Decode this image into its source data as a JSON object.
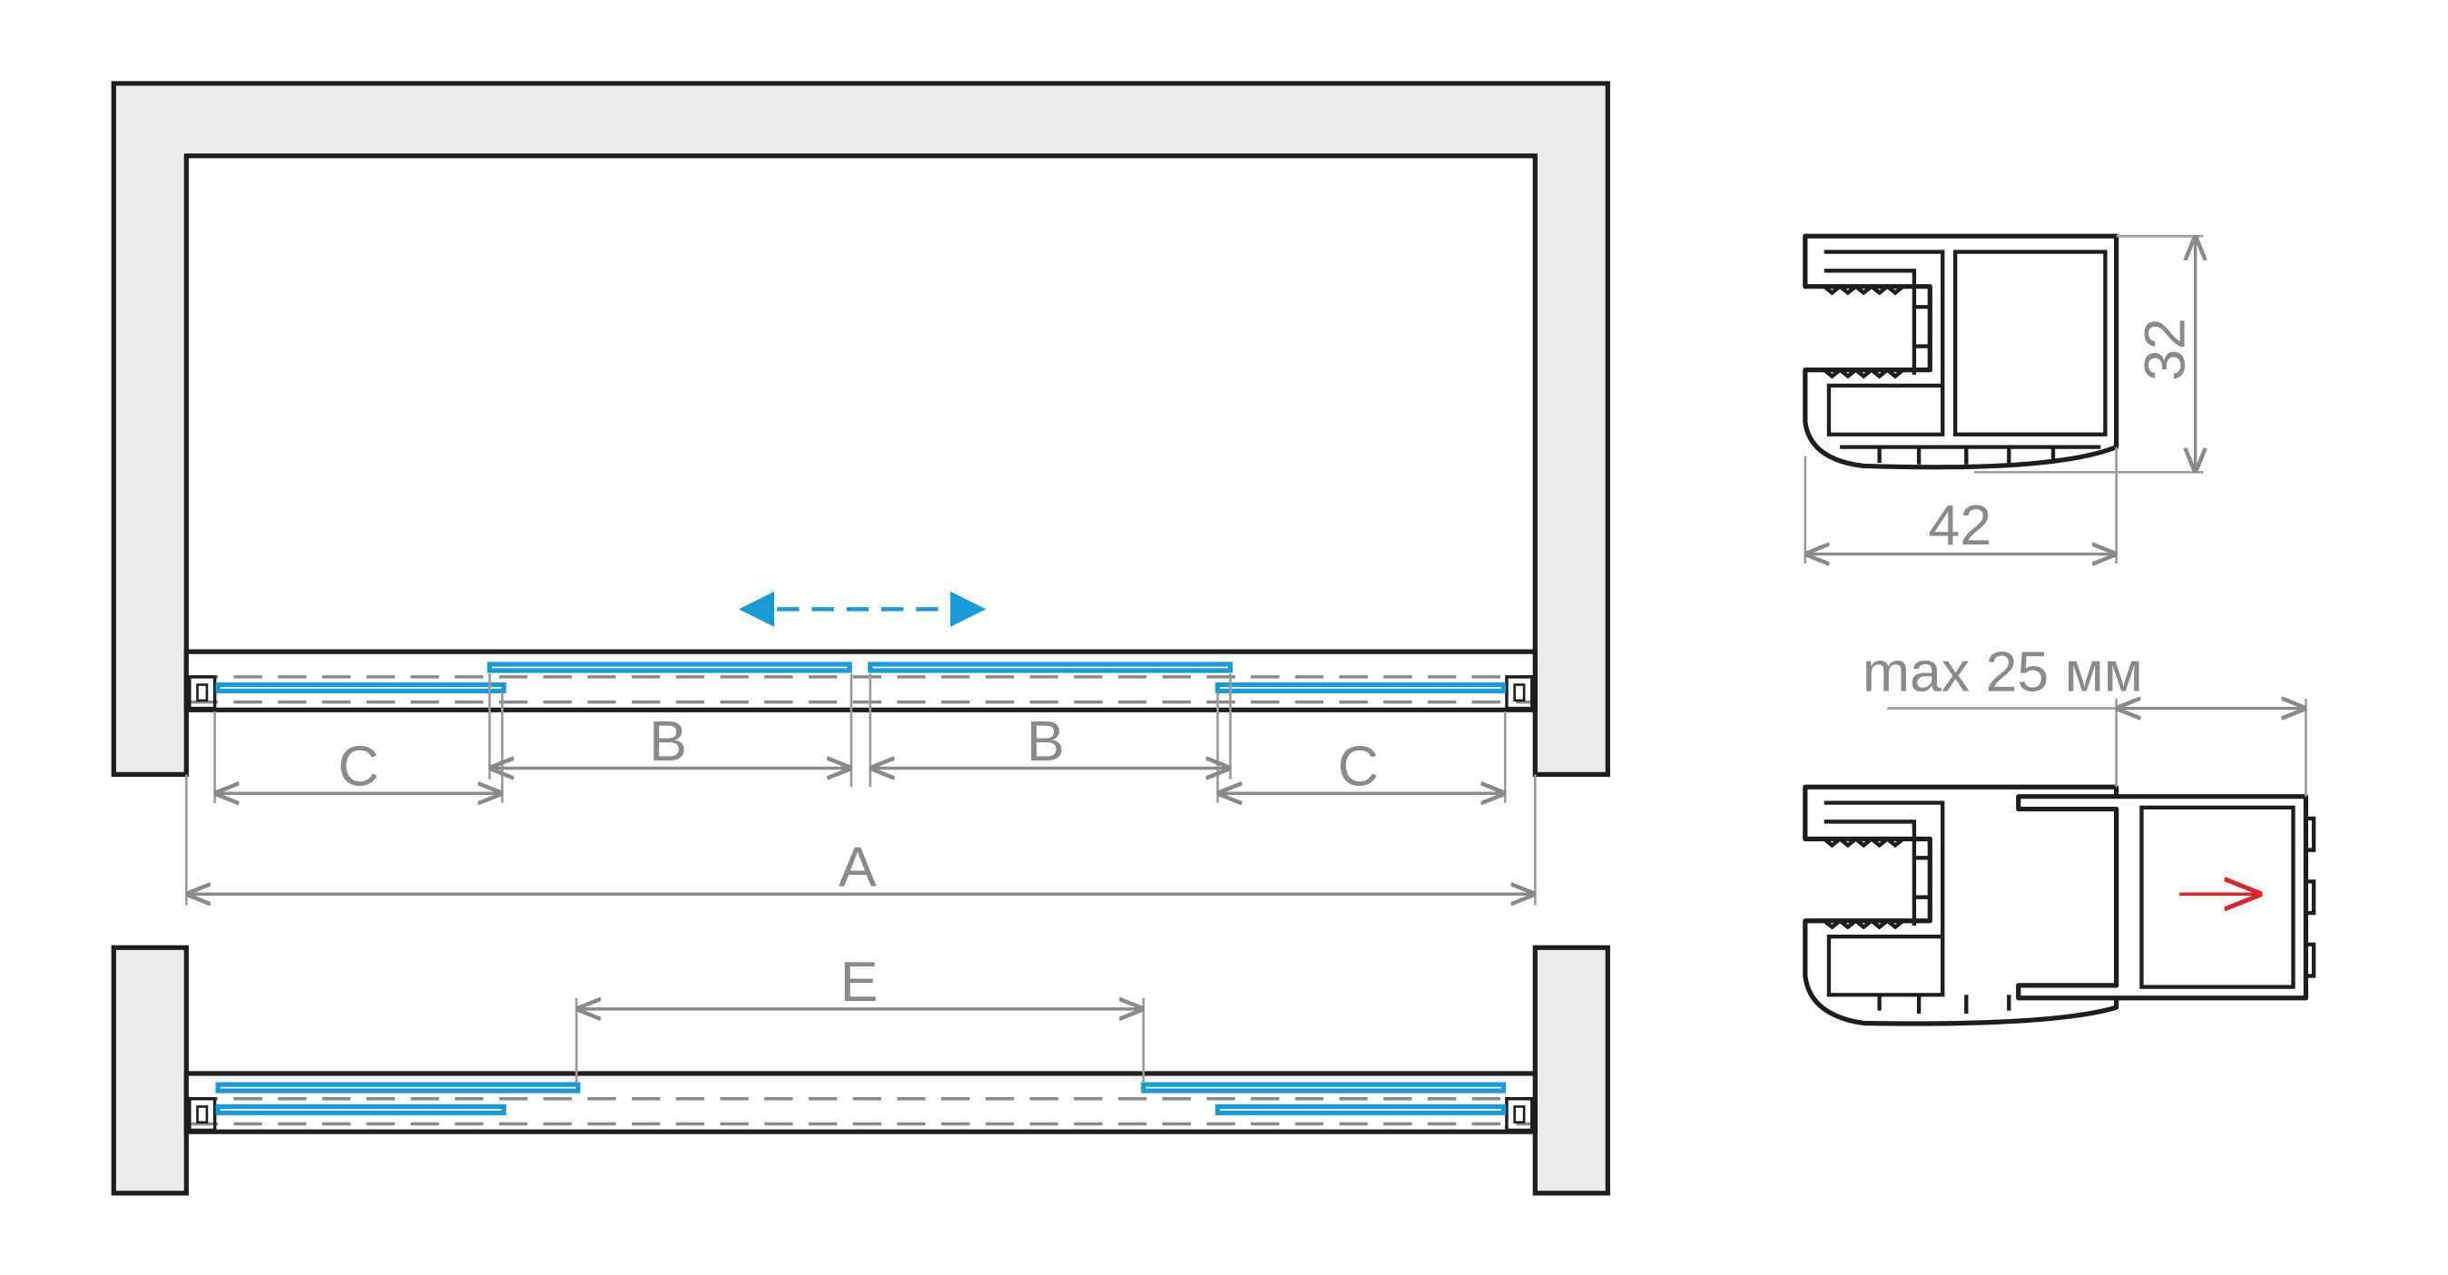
{
  "plan_open": {
    "dimensions": {
      "a_label": "A",
      "b_left_label": "B",
      "b_right_label": "B",
      "c_left_label": "C",
      "c_right_label": "C"
    },
    "slide_direction": "left-right"
  },
  "plan_closed_view": {
    "dimensions": {
      "e_label": "E"
    }
  },
  "profile_section": {
    "height_label": "32",
    "width_label": "42"
  },
  "profile_extension": {
    "max_label": "max 25 мм"
  },
  "colors": {
    "wall_fill": "#ececec",
    "outline": "#1e1e1e",
    "glass": "#1a9ad6",
    "dimension": "#8a8a8a",
    "direction_arrow": "#d9262c"
  }
}
